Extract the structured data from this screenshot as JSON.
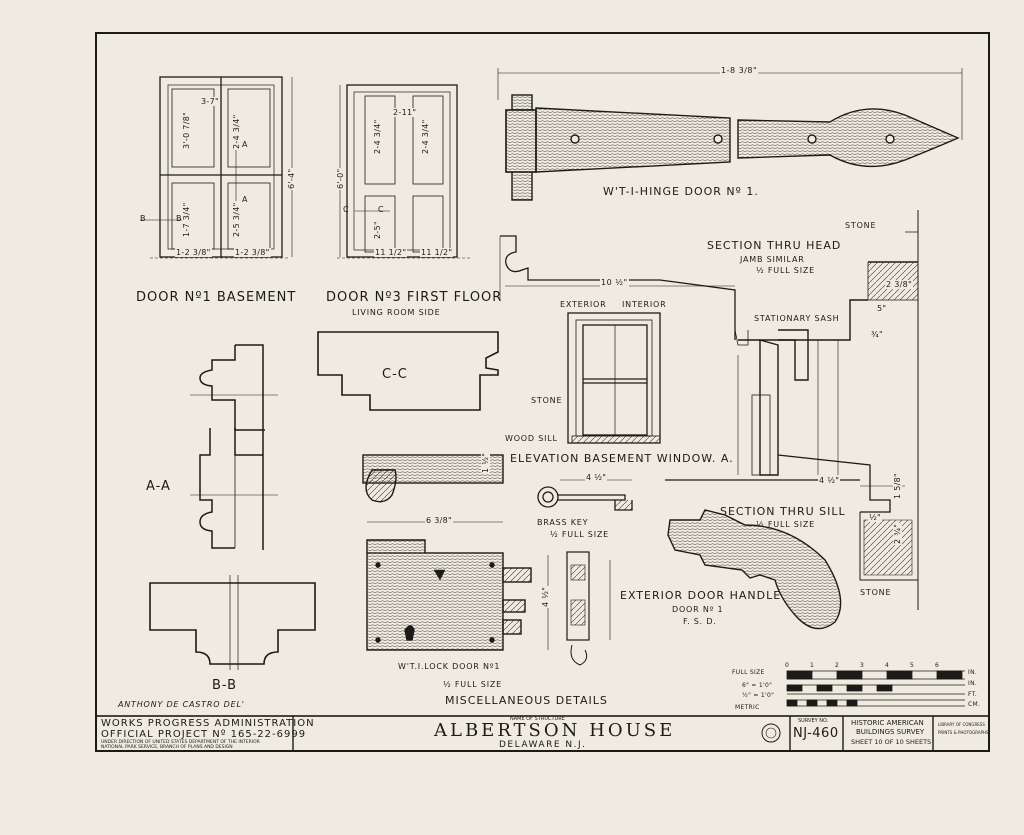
{
  "drawing": {
    "title": "MISCELLANEOUS DETAILS",
    "delineator": "ANTHONY DE CASTRO DEL'",
    "details": {
      "door1": {
        "title": "DOOR Nº1 BASEMENT",
        "dims": [
          "3-7\"",
          "3'-0 7/8\"",
          "2-4 3/4\"",
          "1-7 3/4\"",
          "2-5 3/4\"",
          "1-2 3/8\"",
          "1-2 3/8\"",
          "6'-4\""
        ],
        "section_markers": [
          "A",
          "A",
          "B",
          "B"
        ]
      },
      "door3": {
        "title": "DOOR Nº3 FIRST FLOOR",
        "subtitle": "LIVING ROOM SIDE",
        "dims": [
          "2-11\"",
          "2-4 3/4\"",
          "2-4 3/4\"",
          "2-5\"",
          "6'-0\"",
          "11 1/2\"",
          "11 1/2\""
        ],
        "section_markers": [
          "C",
          "C"
        ]
      },
      "hinge": {
        "title": "W'T-I-HINGE DOOR Nº 1.",
        "dim": "1-8 3/8\""
      },
      "section_head": {
        "title": "SECTION THRU HEAD",
        "sub1": "JAMB SIMILAR",
        "sub2": "½ FULL SIZE",
        "stone": "STONE",
        "sash": "STATIONARY SASH",
        "dim_a": "2 3/8\"",
        "dim_b": "5\"",
        "dim_c": "¾\""
      },
      "section_sill": {
        "title": "SECTION THRU SILL",
        "sub": "½ FULL SIZE",
        "dim_a": "4 ½\"",
        "dim_b": "1 5/8\"",
        "dim_c": "2 ¾\"",
        "dim_d": "½\"",
        "stone": "STONE"
      },
      "window": {
        "title": "ELEVATION BASEMENT WINDOW. A.",
        "exterior": "EXTERIOR",
        "interior": "INTERIOR",
        "stone": "STONE",
        "sill": "WOOD SILL",
        "dim": "10 ½\""
      },
      "cc": {
        "label": "C-C"
      },
      "aa": {
        "label": "A-A"
      },
      "bb": {
        "label": "B-B"
      },
      "key": {
        "title": "BRASS KEY",
        "sub": "½ FULL SIZE",
        "dim": "4 ½\""
      },
      "lock": {
        "title": "W'T.I.LOCK DOOR Nº1",
        "sub": "½ FULL SIZE",
        "dim_a": "6 3/8\"",
        "dim_b": "4 ½\"",
        "dim_c": "1 ½\""
      },
      "handle": {
        "title": "EXTERIOR DOOR HANDLE",
        "sub1": "DOOR Nº 1",
        "sub2": "F. S. D."
      }
    },
    "scales": {
      "rows": [
        "FULL SIZE",
        "6\" = 1'0\"",
        "½\" = 1'0\"",
        "METRIC"
      ],
      "units": [
        "IN.",
        "IN.",
        "FT.",
        "CM."
      ],
      "ticks": [
        "0",
        "1",
        "2",
        "3",
        "4",
        "5",
        "6"
      ]
    }
  },
  "title_block": {
    "agency": "WORKS PROGRESS ADMINISTRATION",
    "project": "OFFICIAL PROJECT Nº 165-22-6999",
    "direction1": "UNDER DIRECTION OF UNITED STATES DEPARTMENT OF THE INTERIOR",
    "direction2": "NATIONAL PARK SERVICE, BRANCH OF PLANS AND DESIGN",
    "name_label": "NAME OF STRUCTURE",
    "structure": "ALBERTSON HOUSE",
    "location": "DELAWARE N.J.",
    "survey_label": "SURVEY NO.",
    "survey_no": "NJ-460",
    "survey_title1": "HISTORIC AMERICAN",
    "survey_title2": "BUILDINGS SURVEY",
    "sheet": "SHEET 10 OF 10 SHEETS",
    "library1": "LIBRARY OF CONGRESS",
    "library2": "PRINTS & PHOTOGRAPHS"
  }
}
